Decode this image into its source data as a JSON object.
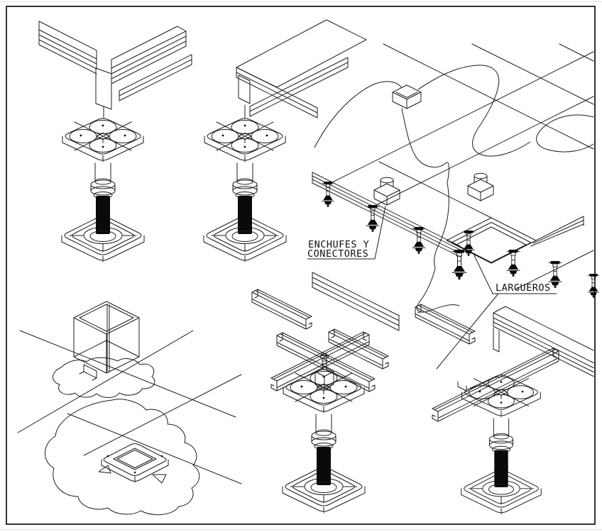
{
  "sheet": {
    "background": "#ffffff",
    "border_color": "#000000",
    "line_color": "#1c1c1c",
    "fill_color": "#0a0a0a"
  },
  "annotations": {
    "enchufes_line1": "ENCHUFES Y",
    "enchufes_line2": "CONECTORES",
    "largueros": "LARGUEROS"
  }
}
